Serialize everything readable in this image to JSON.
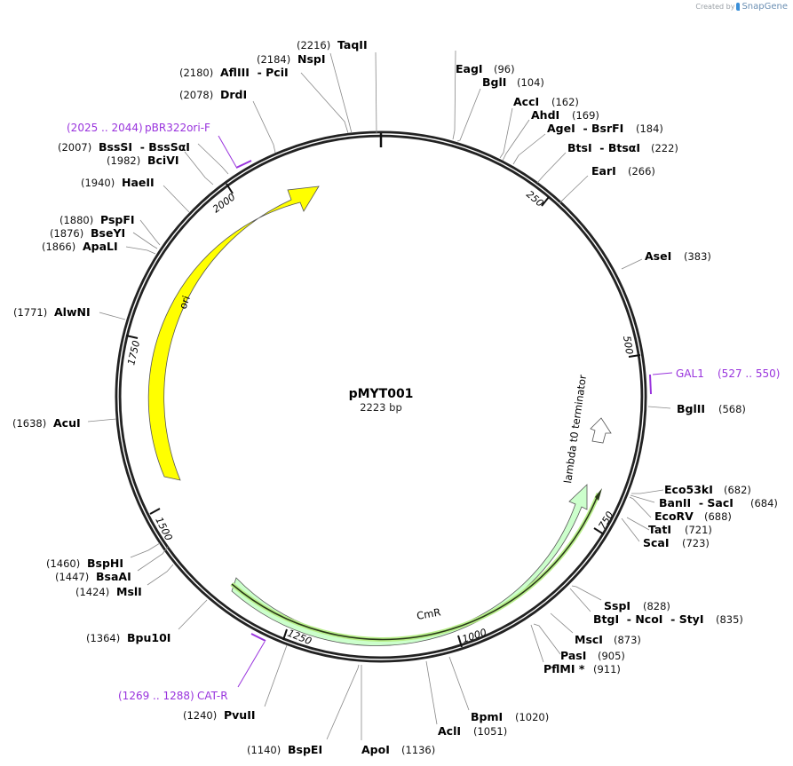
{
  "credit": {
    "prefix": "Created by",
    "brand": "SnapGene"
  },
  "plasmid": {
    "name": "pMYT001",
    "length_label": "2223 bp",
    "length": 2223
  },
  "colors": {
    "ori": "#ffff00",
    "cmr": "#ccffcc",
    "primer": "#9933dd",
    "backbone": "#222222",
    "cmr_outline_glow": "#b8ef8a"
  },
  "ticks": [
    {
      "pos": 250,
      "label": "250"
    },
    {
      "pos": 500,
      "label": "500"
    },
    {
      "pos": 750,
      "label": "750"
    },
    {
      "pos": 1000,
      "label": "1000"
    },
    {
      "pos": 1250,
      "label": "1250"
    },
    {
      "pos": 1500,
      "label": "1500"
    },
    {
      "pos": 1750,
      "label": "1750"
    },
    {
      "pos": 2000,
      "label": "2000"
    }
  ],
  "features": [
    {
      "name": "ori",
      "label": "ori",
      "start": 1565,
      "end": 2155,
      "color": "#ffff00",
      "direction": "forward"
    },
    {
      "name": "CmR",
      "label": "CmR",
      "start": 660,
      "end": 1320,
      "color": "#ccffcc",
      "direction": "reverse-arrow"
    },
    {
      "name": "lambda t0 terminator",
      "label": "lambda t0 terminator",
      "direction": "terminator"
    }
  ],
  "primers": [
    {
      "name": "pBR322ori-F",
      "range": "(2025 .. 2044)"
    },
    {
      "name": "GAL1",
      "range": "(527 .. 550)"
    },
    {
      "name": "CAT-R",
      "range": "(1269 .. 1288)"
    }
  ],
  "sites_right": [
    {
      "name": "EagI",
      "pos": "(96)"
    },
    {
      "name": "BglI",
      "pos": "(104)"
    },
    {
      "name": "AccI",
      "pos": "(162)"
    },
    {
      "name": "AhdI",
      "pos": "(169)"
    },
    {
      "name": "AgeI  - BsrFI",
      "pos": "(184)"
    },
    {
      "name": "BtsI  - BtsαI",
      "pos": "(222)"
    },
    {
      "name": "EarI",
      "pos": "(266)"
    },
    {
      "name": "AseI",
      "pos": "(383)"
    },
    {
      "name": "BglII",
      "pos": "(568)"
    },
    {
      "name": "Eco53kI",
      "pos": "(682)"
    },
    {
      "name": "BanII  - SacI",
      "pos": "(684)"
    },
    {
      "name": "EcoRV",
      "pos": "(688)"
    },
    {
      "name": "TatI",
      "pos": "(721)"
    },
    {
      "name": "ScaI",
      "pos": "(723)"
    },
    {
      "name": "SspI",
      "pos": "(828)"
    },
    {
      "name": "BtgI  - NcoI  - StyI",
      "pos": "(835)"
    },
    {
      "name": "MscI",
      "pos": "(873)"
    },
    {
      "name": "PasI",
      "pos": "(905)"
    },
    {
      "name": "PflMI *",
      "pos": "(911)"
    },
    {
      "name": "BpmI",
      "pos": "(1020)"
    },
    {
      "name": "AclI",
      "pos": "(1051)"
    },
    {
      "name": "ApoI",
      "pos": "(1136)"
    }
  ],
  "sites_left": [
    {
      "name": "BspEI",
      "pos": "(1140)"
    },
    {
      "name": "PvuII",
      "pos": "(1240)"
    },
    {
      "name": "Bpu10I",
      "pos": "(1364)"
    },
    {
      "name": "MslI",
      "pos": "(1424)"
    },
    {
      "name": "BsaAI",
      "pos": "(1447)"
    },
    {
      "name": "BspHI",
      "pos": "(1460)"
    },
    {
      "name": "AcuI",
      "pos": "(1638)"
    },
    {
      "name": "AlwNI",
      "pos": "(1771)"
    },
    {
      "name": "ApaLI",
      "pos": "(1866)"
    },
    {
      "name": "BseYI",
      "pos": "(1876)"
    },
    {
      "name": "PspFI",
      "pos": "(1880)"
    },
    {
      "name": "HaeII",
      "pos": "(1940)"
    },
    {
      "name": "BciVI",
      "pos": "(1982)"
    },
    {
      "name": "BssSI  - BssSαI",
      "pos": "(2007)"
    },
    {
      "name": "DrdI",
      "pos": "(2078)"
    },
    {
      "name": "AflIII  - PciI",
      "pos": "(2180)"
    },
    {
      "name": "NspI",
      "pos": "(2184)"
    },
    {
      "name": "TaqII",
      "pos": "(2216)"
    }
  ]
}
